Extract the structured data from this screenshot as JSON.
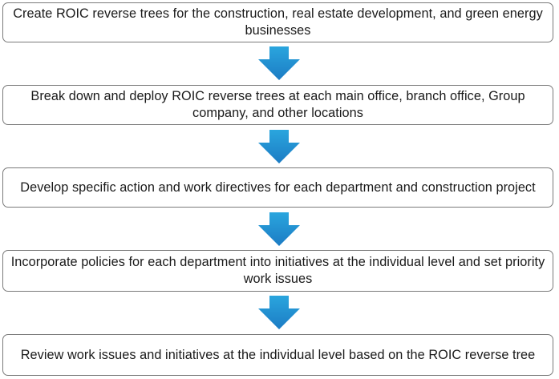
{
  "steps": [
    {
      "label": "Create ROIC reverse trees for the construction, real estate development, and green energy businesses"
    },
    {
      "label": "Break down and deploy ROIC reverse trees at each main office, branch office, Group company, and other locations"
    },
    {
      "label": "Develop specific action and work directives for each department and construction project"
    },
    {
      "label": "Incorporate policies for each department into initiatives at the individual level and set priority work issues"
    },
    {
      "label": "Review work issues and initiatives at the individual level based on the ROIC reverse tree"
    }
  ],
  "colors": {
    "arrow_top": "#2aa6de",
    "arrow_bottom": "#1c7cc4",
    "box_border": "#7a7a7a"
  },
  "icons": {
    "connector": "down-arrow-icon"
  }
}
